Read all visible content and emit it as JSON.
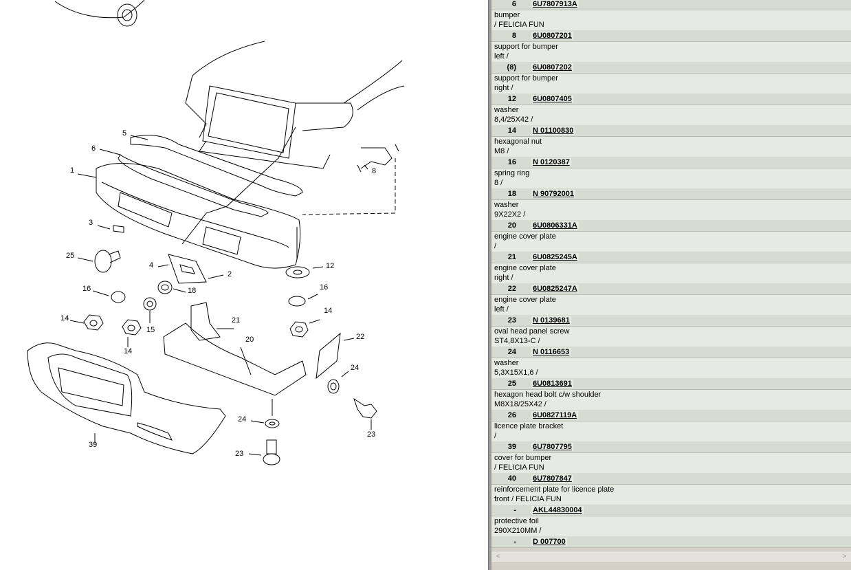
{
  "diagram": {
    "callouts": [
      "5",
      "6",
      "1",
      "8",
      "3",
      "25",
      "4",
      "2",
      "12",
      "16",
      "18",
      "16",
      "14",
      "14",
      "15",
      "21",
      "20",
      "22",
      "24",
      "24",
      "23",
      "23",
      "39",
      "14"
    ]
  },
  "parts": [
    {
      "pos": "6",
      "part_no": "6U7807913A",
      "desc1": "bumper",
      "desc2": "/ FELICIA FUN"
    },
    {
      "pos": "8",
      "part_no": "6U0807201",
      "desc1": "support for bumper",
      "desc2": "left /"
    },
    {
      "pos": "(8)",
      "part_no": "6U0807202",
      "desc1": "support for bumper",
      "desc2": "right /"
    },
    {
      "pos": "12",
      "part_no": "6U0807405",
      "desc1": "washer",
      "desc2": "8,4/25X42 /"
    },
    {
      "pos": "14",
      "part_no": "N 01100830",
      "desc1": "hexagonal nut",
      "desc2": "M8 /"
    },
    {
      "pos": "16",
      "part_no": "N 0120387",
      "desc1": "spring ring",
      "desc2": "8 /"
    },
    {
      "pos": "18",
      "part_no": "N 90792001",
      "desc1": "washer",
      "desc2": "9X22X2 /"
    },
    {
      "pos": "20",
      "part_no": "6U0806331A",
      "desc1": "engine cover plate",
      "desc2": "/"
    },
    {
      "pos": "21",
      "part_no": "6U0825245A",
      "desc1": "engine cover plate",
      "desc2": "right /"
    },
    {
      "pos": "22",
      "part_no": "6U0825247A",
      "desc1": "engine cover plate",
      "desc2": "left /"
    },
    {
      "pos": "23",
      "part_no": "N 0139681",
      "desc1": "oval head panel screw",
      "desc2": "ST4,8X13-C /"
    },
    {
      "pos": "24",
      "part_no": "N 0116653",
      "desc1": "washer",
      "desc2": "5,3X15X1,6 /"
    },
    {
      "pos": "25",
      "part_no": "6U0813691",
      "desc1": "hexagon head bolt c/w shoulder",
      "desc2": "M8X18/25X42 /"
    },
    {
      "pos": "26",
      "part_no": "6U0827119A",
      "desc1": "licence plate bracket",
      "desc2": "/"
    },
    {
      "pos": "39",
      "part_no": "6U7807795",
      "desc1": "cover for bumper",
      "desc2": "/ FELICIA FUN"
    },
    {
      "pos": "40",
      "part_no": "6U7807847",
      "desc1": "reinforcement plate for licence plate",
      "desc2": "front / FELICIA FUN"
    },
    {
      "pos": "-",
      "part_no": "AKL44830004",
      "desc1": "protective foil",
      "desc2": "290X210MM /"
    },
    {
      "pos": "-",
      "part_no": "D 007700",
      "desc1": "",
      "desc2": ""
    }
  ],
  "scrollbar": {
    "left_arrow": "<",
    "right_arrow": ">"
  }
}
